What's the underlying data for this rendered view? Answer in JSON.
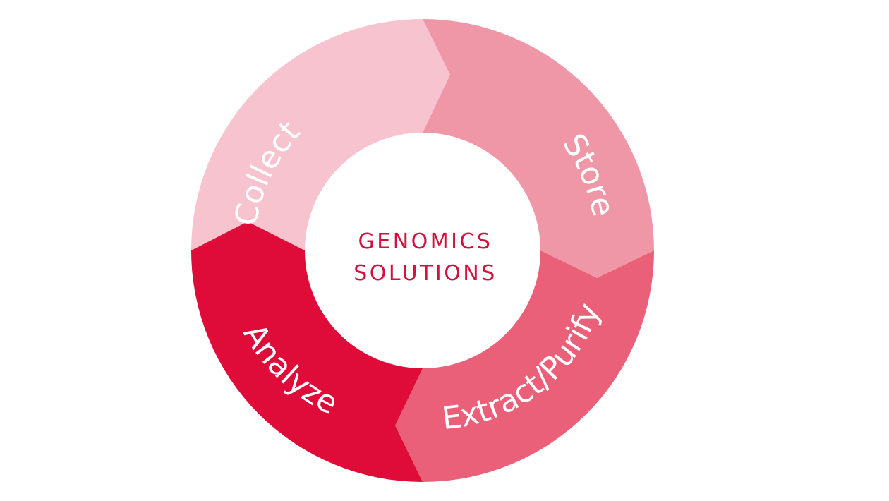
{
  "diagram": {
    "type": "cycle",
    "center": {
      "line1": "GENOMICS",
      "line2": "SOLUTIONS",
      "color": "#D0123E"
    },
    "segments": [
      {
        "id": "collect",
        "label": "Collect",
        "color": "#F6C3CF",
        "order": 1
      },
      {
        "id": "store",
        "label": "Store",
        "color": "#F097A7",
        "order": 2
      },
      {
        "id": "extract",
        "label": "Extract/Purify",
        "color": "#EB6079",
        "order": 3
      },
      {
        "id": "analyze",
        "label": "Analyze",
        "color": "#DF0C39",
        "order": 4
      }
    ],
    "flow": [
      "Collect",
      "Store",
      "Extract/Purify",
      "Analyze"
    ],
    "background": "#FFFFFF"
  }
}
